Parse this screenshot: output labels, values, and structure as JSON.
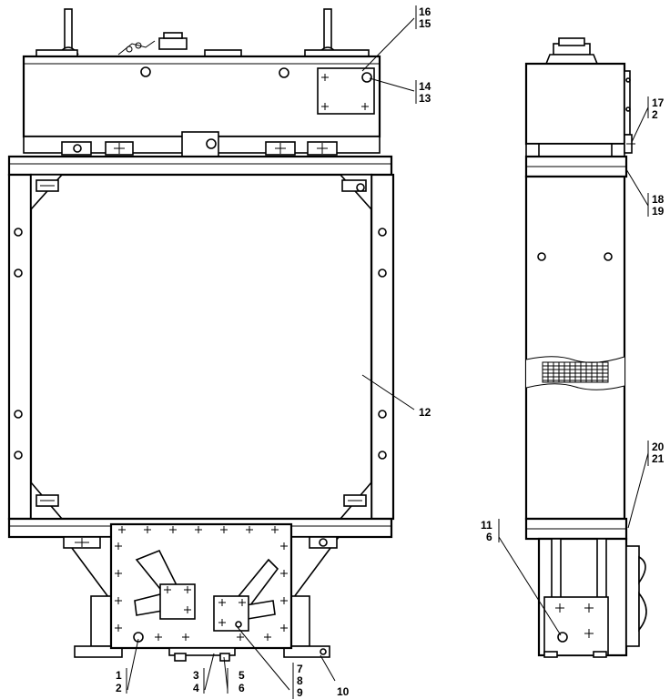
{
  "labels": {
    "l1": "1",
    "l2": "2",
    "l3": "3",
    "l4": "4",
    "l5": "5",
    "l6": "6",
    "l7": "7",
    "l8": "8",
    "l9": "9",
    "l10": "10",
    "l11": "11",
    "l6b": "6",
    "l12": "12",
    "l13": "13",
    "l14": "14",
    "l15": "15",
    "l16": "16",
    "l17": "17",
    "l2b": "2",
    "l18": "18",
    "l19": "19",
    "l20": "20",
    "l21": "21"
  }
}
